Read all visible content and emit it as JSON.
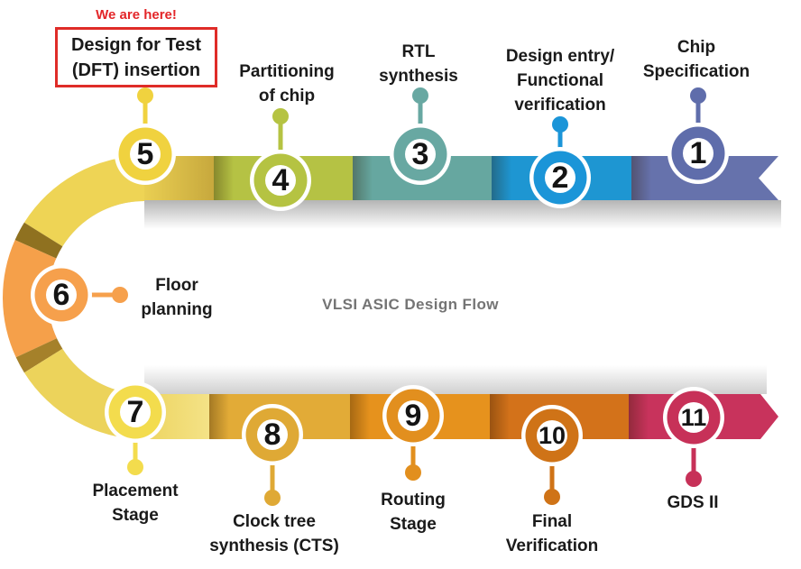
{
  "title": {
    "text": "VLSI ASIC Design Flow",
    "color": "#747474"
  },
  "annotation": {
    "text": "We are here!",
    "color": "#e32629",
    "box_color": "#df2c28"
  },
  "stages": [
    {
      "number": "1",
      "label": "Chip\nSpecification",
      "color": "#5f6dab",
      "band_color": "#6672ac"
    },
    {
      "number": "2",
      "label": "Design entry/\nFunctional\nverification",
      "color": "#1b95d8",
      "band_color": "#1e96d2"
    },
    {
      "number": "3",
      "label": "RTL\nsynthesis",
      "color": "#68a8a2",
      "band_color": "#66a7a0"
    },
    {
      "number": "4",
      "label": "Partitioning\nof chip",
      "color": "#b5c342",
      "band_color": "#b5c244"
    },
    {
      "number": "5",
      "label": "Design for Test\n(DFT) insertion",
      "color": "#f0d23f",
      "band_color": "#eed455",
      "current": true
    },
    {
      "number": "6",
      "label": "Floor\nplanning",
      "color": "#f6a04c",
      "band_color": "#f5a04a"
    },
    {
      "number": "7",
      "label": "Placement\nStage",
      "color": "#f3dc4d",
      "band_color": "#ecd35b"
    },
    {
      "number": "8",
      "label": "Clock tree\nsynthesis (CTS)",
      "color": "#dfa935",
      "band_color": "#e2ab37"
    },
    {
      "number": "9",
      "label": "Routing\nStage",
      "color": "#e28f1e",
      "band_color": "#e6921d"
    },
    {
      "number": "10",
      "label": "Final\nVerification",
      "color": "#cf7317",
      "band_color": "#d3721a"
    },
    {
      "number": "11",
      "label": "GDS II",
      "color": "#c73158",
      "band_color": "#c8335c"
    }
  ]
}
